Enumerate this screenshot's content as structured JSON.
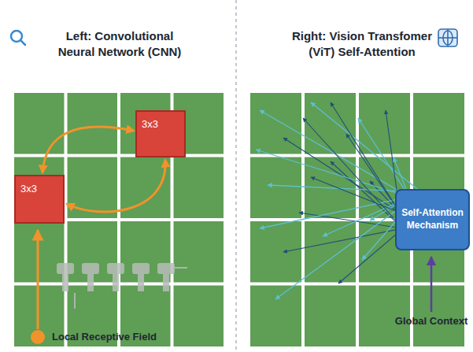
{
  "diagram": {
    "nodes": [
      {
        "text": [
          "3x3"
        ]
      },
      {
        "text": [
          "3x3"
        ]
      },
      {
        "text": [
          "Self-Attention Mechanism"
        ]
      }
    ],
    "edges": [
      {
        "from": 0,
        "to": 1,
        "arrow": "both"
      },
      {
        "from": 0,
        "to": 1,
        "arrow": "both"
      }
    ],
    "labels": [
      "Left: Convolutional Neural Network (CNN)",
      "Right: Vision Transfomer (ViT) Self-Attention",
      "Local Receptive Field",
      "Global Context"
    ]
  }
}
